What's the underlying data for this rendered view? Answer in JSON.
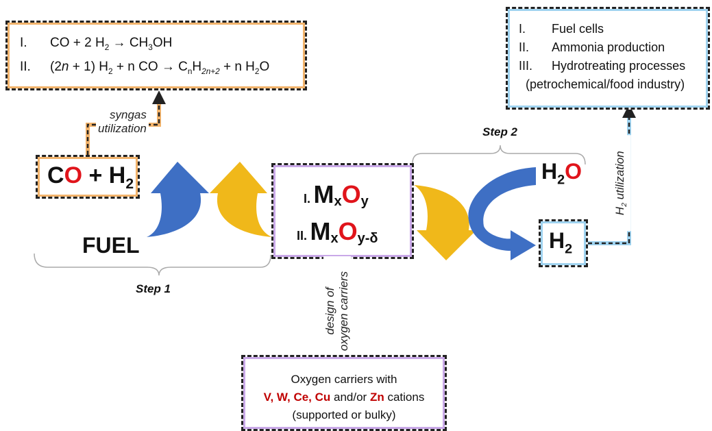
{
  "reactions_box": {
    "line1_roman": "I.",
    "line1_text": "CO + 2 H",
    "line1_sub": "2",
    "line1_arrow": " → CH",
    "line1_sub2": "3",
    "line1_end": "OH",
    "line2_roman": "II.",
    "line2_a": "(2",
    "line2_n": "n",
    "line2_b": " + 1) H",
    "line2_sub": "2",
    "line2_c": " + n CO → C",
    "line2_sub_n": "n",
    "line2_d": "H",
    "line2_sub_2n2": "2n+2",
    "line2_e": " + n H",
    "line2_sub3": "2",
    "line2_f": "O"
  },
  "syngas_label_1": "syngas",
  "syngas_label_2": "utilization",
  "uses_box": {
    "items": [
      {
        "roman": "I.",
        "text": "Fuel cells"
      },
      {
        "roman": "II.",
        "text": "Ammonia production"
      },
      {
        "roman": "III.",
        "text": "Hydrotreating processes"
      }
    ],
    "note": "(petrochemical/food industry)"
  },
  "h2_util_label_a": "H",
  "h2_util_label_sub": "2",
  "h2_util_label_b": " utilization",
  "co_h2": {
    "c": "C",
    "o": "O",
    "plus": " + H",
    "sub": "2"
  },
  "fuel": "FUEL",
  "step1": "Step 1",
  "step2": "Step 2",
  "metal_oxide": {
    "i_roman": "I.",
    "i_m": "M",
    "i_x": "x",
    "i_o": "O",
    "i_y": "y",
    "ii_roman": "II.",
    "ii_m": "M",
    "ii_x": "x",
    "ii_o": "O",
    "ii_y": "y-δ"
  },
  "h2o": {
    "h": "H",
    "sub": "2",
    "o": "O"
  },
  "h2": {
    "h": "H",
    "sub": "2"
  },
  "design_label_1": "design of",
  "design_label_2": "oxygen carriers",
  "carriers_box": {
    "line1": "Oxygen carriers with",
    "cations": "V, W, Ce, Cu",
    "andor": " and/or ",
    "zn": "Zn",
    "cations_word": " cations",
    "line3": "(supported or bulky)"
  },
  "colors": {
    "blue_arrow": "#3e6fc4",
    "gold_arrow": "#f0b81a",
    "red": "#e0141b",
    "dark_red": "#c00000"
  }
}
